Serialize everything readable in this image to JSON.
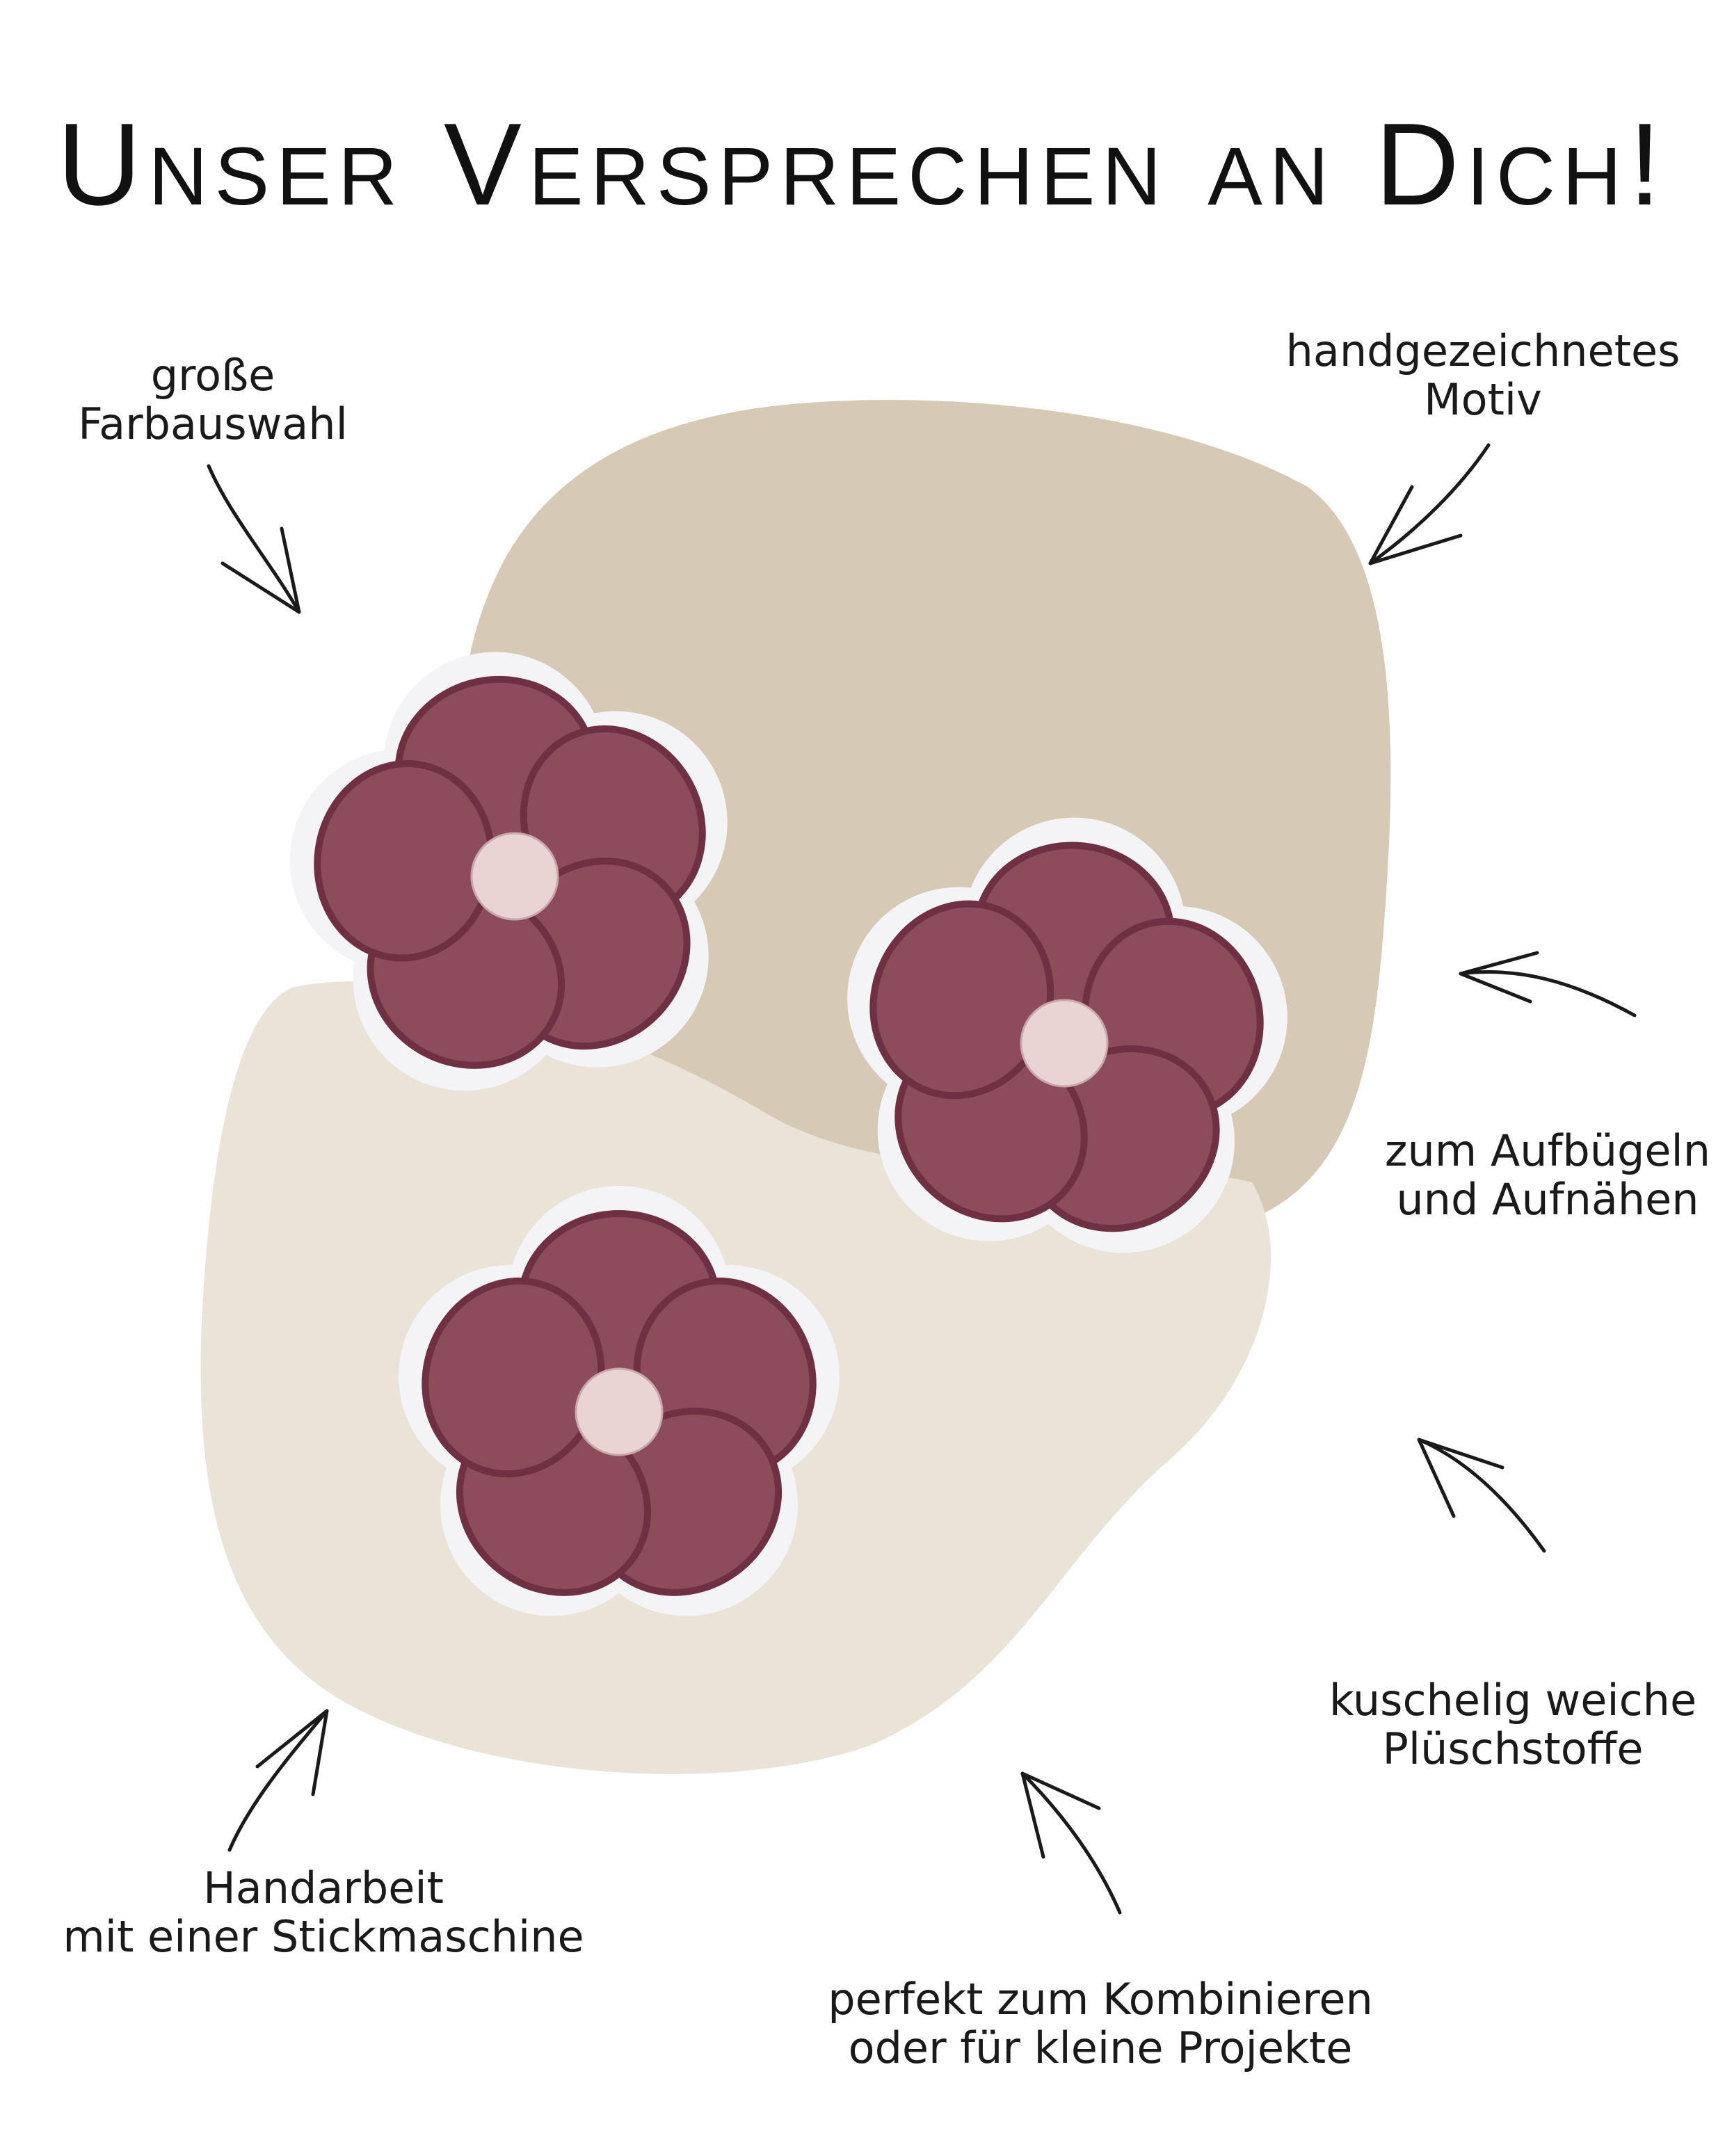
{
  "title": "Unser Versprechen an Dich!",
  "features": [
    {
      "id": "colors",
      "lines": [
        "große",
        "Farbauswahl"
      ]
    },
    {
      "id": "motif",
      "lines": [
        "handgezeichnetes",
        "Motiv"
      ]
    },
    {
      "id": "iron-on",
      "lines": [
        "zum Aufbügeln",
        "und Aufnähen"
      ]
    },
    {
      "id": "plush",
      "lines": [
        "kuschelig weiche",
        "Plüschstoffe"
      ]
    },
    {
      "id": "handmade",
      "lines": [
        "Handarbeit",
        "mit einer Stickmaschine"
      ]
    },
    {
      "id": "combine",
      "lines": [
        "perfekt zum Kombinieren",
        "oder für kleine Projekte"
      ]
    }
  ],
  "colors": {
    "blob_dark": "#d6cab6",
    "blob_light": "#e9e3d8",
    "petal": "#8c4c5c",
    "petal_dark": "#6e3042",
    "center": "#ead3d3",
    "border": "#f4f4f6"
  }
}
